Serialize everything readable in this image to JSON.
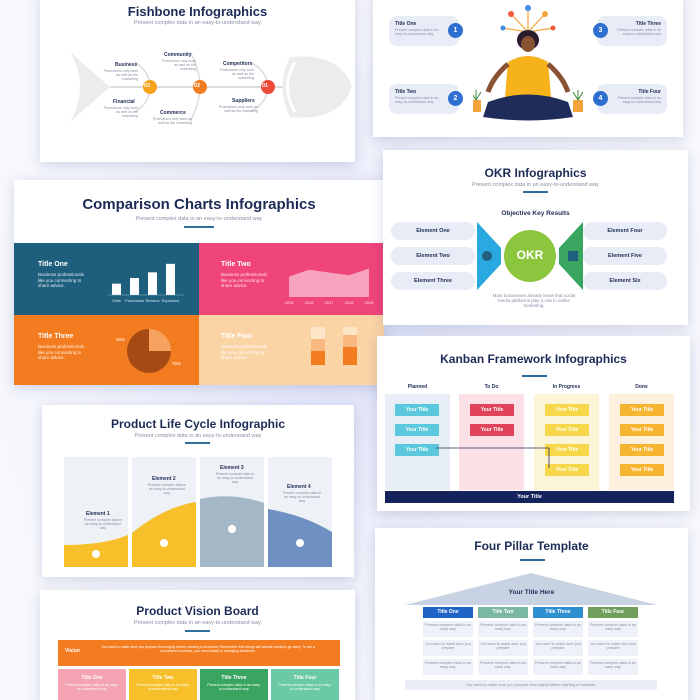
{
  "fishbone": {
    "title": "Fishbone Infographics",
    "subtitle": "Present complex data in an easy-to-understand way",
    "labels": [
      "Business",
      "Community",
      "Competitors",
      "Financial",
      "Commerce",
      "Suppliers"
    ],
    "desc": "Promotions only work as well as the marketing",
    "numbers": [
      "03",
      "02",
      "01"
    ]
  },
  "okr_four": {
    "titles": [
      "Title One",
      "Title Two",
      "Title Three",
      "Title Four"
    ],
    "desc": "Present complex data in an easy-to-understand way",
    "numbers": [
      "1",
      "2",
      "3",
      "4"
    ]
  },
  "comparison": {
    "title": "Comparison Charts Infographics",
    "subtitle": "Present complex data in an easy-to-understand way",
    "q1": {
      "title": "Title One",
      "desc": "Business professionals like you connecting to share advice."
    },
    "q2": {
      "title": "Title Two",
      "desc": "Business professionals like you connecting to share advice."
    },
    "q3": {
      "title": "Title Three",
      "desc": "Business professionals like you connecting to share advice."
    },
    "q4": {
      "title": "Title Four",
      "desc": "Business professionals like you connecting to share advice."
    },
    "bar_labels": [
      "Sells",
      "Purchases",
      "Returns",
      "Expenses"
    ],
    "bar_values": [
      8,
      12,
      16,
      22
    ],
    "area_years": [
      "2015",
      "2016",
      "2017",
      "2018",
      "2019"
    ],
    "area_values": [
      60,
      80,
      72,
      64,
      84
    ],
    "pie_labels": [
      "25%",
      "75%"
    ],
    "pie_values": [
      25,
      75
    ],
    "colors": {
      "teal": "#1d5f7c",
      "pink": "#f0457b",
      "orange": "#f47c20",
      "peach": "#fbd4a5"
    }
  },
  "okr": {
    "title": "OKR Infographics",
    "subtitle": "Present complex data in an easy-to-understand way",
    "heading": "Objective Key Results",
    "center": "OKR",
    "left": [
      "Element One",
      "Element Two",
      "Element Three"
    ],
    "right": [
      "Element Four",
      "Element Five",
      "Element Six"
    ],
    "footer": "Most businesses already know that social media platforms play a role in online marketing."
  },
  "kanban": {
    "title": "Kanban Framework Infographics",
    "columns": [
      "Planned",
      "To Do",
      "In Progress",
      "Done"
    ],
    "card": "Your Title",
    "footer": "Your Title"
  },
  "plc": {
    "title": "Product Life Cycle Infographic",
    "subtitle": "Present complex data in an easy-to-understand way",
    "elements": [
      "Element 1",
      "Element 2",
      "Element 3",
      "Element 4"
    ],
    "desc": "Present complex data in an easy-to-understand way"
  },
  "pillar": {
    "title": "Four Pillar Template",
    "roof": "Your Title Here",
    "cols": [
      "Title One",
      "Title Two",
      "Title Three",
      "Title Four"
    ],
    "row_text": "Present complex data in an easy way",
    "alt_text": "You want to make sure you prepare",
    "footer": "You want to make sure you prepare thoroughly before starting a business."
  },
  "vision": {
    "title": "Product Vision Board",
    "subtitle": "Present complex data in an easy-to-understand way",
    "band_label": "Vision",
    "band_text": "You want to make sure you prepare thoroughly before starting a business. Remember that things will almost certainly go awry. To run a successful business, you must adapt to changing situations.",
    "cols": [
      "Title One",
      "Title Two",
      "Title Three",
      "Title Four"
    ],
    "col_desc": "Present complex data in an easy-to-understand way"
  }
}
